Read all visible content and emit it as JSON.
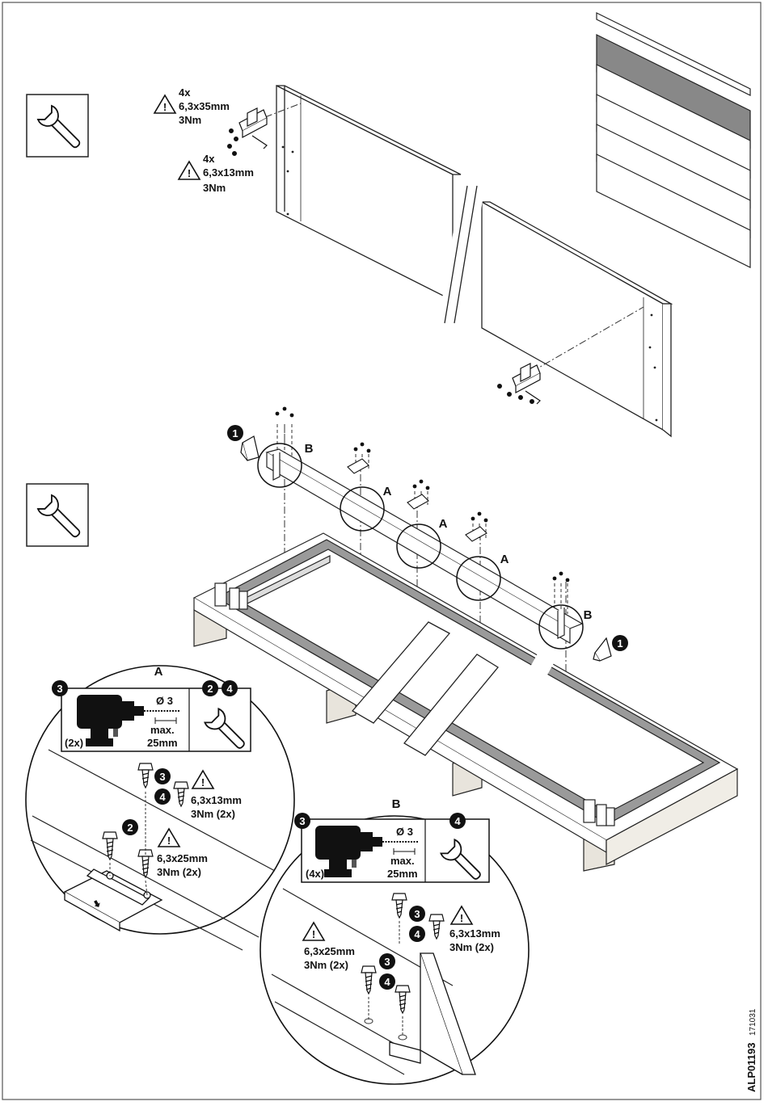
{
  "step1": {
    "screw_upper": {
      "qty": "4x",
      "size": "6,3x35mm",
      "torque": "3Nm"
    },
    "screw_lower": {
      "qty": "4x",
      "size": "6,3x13mm",
      "torque": "3Nm"
    }
  },
  "step2": {
    "callout_left": "1",
    "callout_right": "1",
    "ref_b_left": "B",
    "ref_a_1": "A",
    "ref_a_2": "A",
    "ref_a_3": "A",
    "ref_b_right": "B"
  },
  "detail_a": {
    "title": "A",
    "drill_step": "3",
    "tool_steps": [
      "2",
      "4"
    ],
    "drill_diameter": "Ø 3",
    "drill_depth_label": "max.",
    "drill_depth": "25mm",
    "drill_count": "(2x)",
    "upper_steps": [
      "3",
      "4"
    ],
    "upper_screw": {
      "size": "6,3x13mm",
      "torque": "3Nm (2x)"
    },
    "lower_step": "2",
    "lower_screw": {
      "size": "6,3x25mm",
      "torque": "3Nm (2x)"
    }
  },
  "detail_b": {
    "title": "B",
    "drill_step": "3",
    "tool_step": "4",
    "drill_diameter": "Ø 3",
    "drill_depth_label": "max.",
    "drill_depth": "25mm",
    "drill_count": "(4x)",
    "upper_steps": [
      "3",
      "4"
    ],
    "upper_screw": {
      "size": "6,3x13mm",
      "torque": "3Nm (2x)"
    },
    "left_screw": {
      "size": "6,3x25mm",
      "torque": "3Nm (2x)"
    },
    "lower_steps": [
      "3",
      "4"
    ]
  },
  "footer": {
    "doc_code": "ALP01193",
    "doc_date": "171031"
  }
}
